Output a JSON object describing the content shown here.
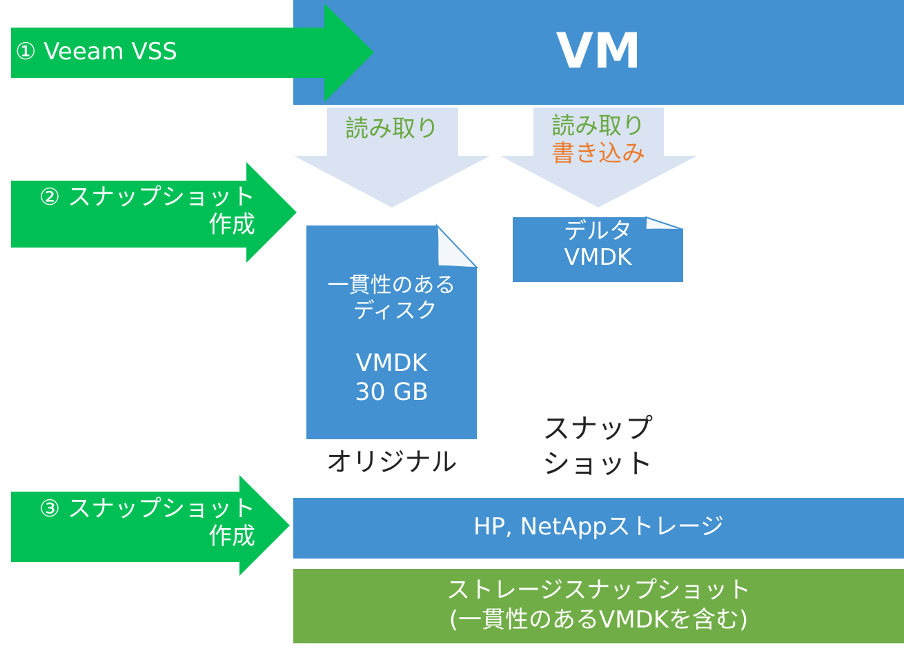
{
  "colors": {
    "vm_blue": "#4391d0",
    "arrow_green": "#00c055",
    "pale_arrow": "#d9e3f1",
    "read_text": "#6aa842",
    "write_text": "#ec7c2e",
    "snapshot_bar": "#70ad47",
    "text_dark": "#222222",
    "text_white": "#ffffff"
  },
  "steps": [
    {
      "label_line1": "① Veeam VSS",
      "label_line2": ""
    },
    {
      "label_line1": "② スナップショット",
      "label_line2": "作成"
    },
    {
      "label_line1": "③ スナップショット",
      "label_line2": "作成"
    }
  ],
  "vm": {
    "label": "VM"
  },
  "io_arrows": [
    {
      "line1": "読み取り",
      "line2": ""
    },
    {
      "line1": "読み取り",
      "line2": "書き込み"
    }
  ],
  "original_disk": {
    "line1": "一貫性のある",
    "line2": "ディスク",
    "line3": "VMDK",
    "line4": "30 GB",
    "caption": "オリジナル"
  },
  "delta_disk": {
    "line1": "デルタ",
    "line2": "VMDK",
    "caption_line1": "スナップ",
    "caption_line2": "ショット"
  },
  "storage": {
    "label": "HP, NetAppストレージ"
  },
  "storage_snapshot": {
    "line1": "ストレージスナップショット",
    "line2": "(一貫性のあるVMDKを含む)"
  }
}
